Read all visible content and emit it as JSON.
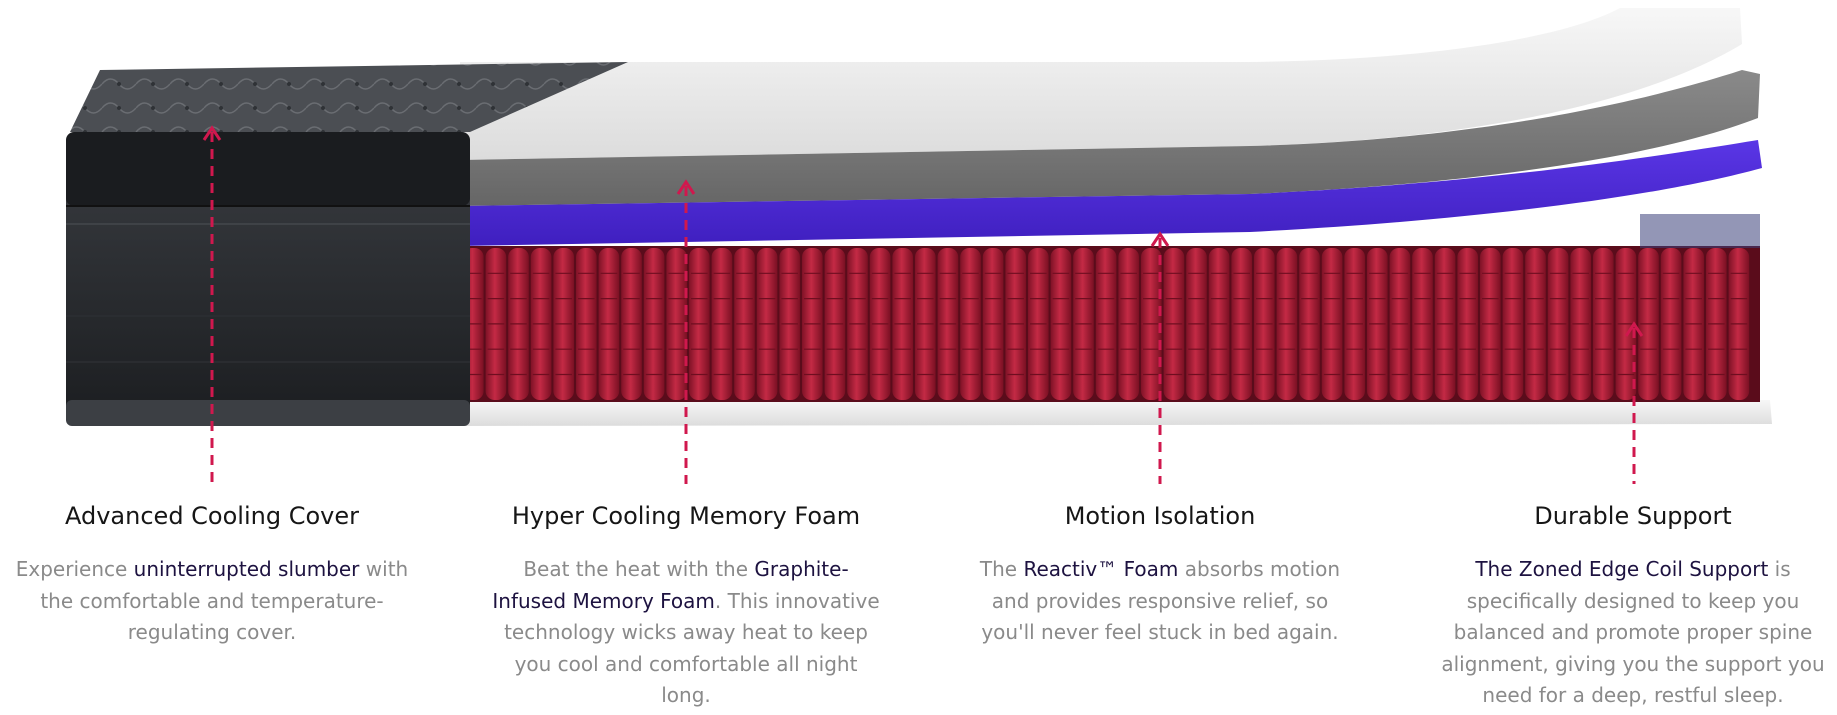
{
  "colors": {
    "accent": "#d0184e",
    "highlight_text": "#1d1240",
    "body_text": "#8a8a8a",
    "heading_text": "#161616",
    "cover_dark": "#26292d",
    "foam_white": "#ececec",
    "foam_graphite": "#7a7a7a",
    "foam_purple": "#4f2bd6",
    "coil_red": "#9c1a30"
  },
  "features": [
    {
      "title": "Advanced Cooling Cover",
      "desc_a": "Experience ",
      "desc_hl": "uninterrupted slumber",
      "desc_b": " with the comfortable and temperature-regulating cover."
    },
    {
      "title": "Hyper Cooling Memory Foam",
      "desc_a": "Beat the heat with the ",
      "desc_hl": "Graphite-Infused Memory Foam",
      "desc_b": ". This innovative technology wicks away heat to keep you cool and comfortable all night long."
    },
    {
      "title": "Motion Isolation",
      "desc_a": "The ",
      "desc_hl": "Reactiv™ Foam",
      "desc_b": " absorbs motion and provides responsive relief, so you'll never feel stuck in bed again."
    },
    {
      "title": "Durable Support",
      "desc_a": "",
      "desc_hl": "The Zoned Edge Coil Support",
      "desc_b": " is specifically designed to keep you balanced and promote proper spine alignment, giving you the support you need for a deep, restful sleep."
    }
  ]
}
